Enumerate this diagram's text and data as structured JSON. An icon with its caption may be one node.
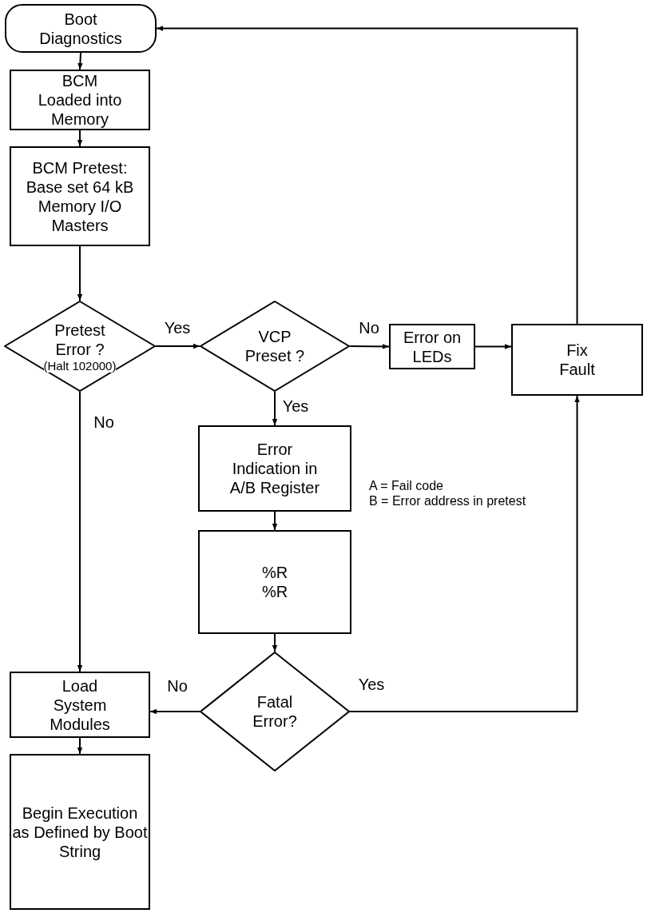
{
  "diagram": {
    "nodes": [
      {
        "text": [
          "Boot Diagnostics"
        ]
      },
      {
        "text": [
          "BCM Loaded into Memory"
        ]
      },
      {
        "text": [
          "BCM Pretest: Base set 64 kB Memory I/O Masters"
        ]
      },
      {
        "text": [
          "Pretest Error ?",
          "(Halt 102000)"
        ]
      },
      {
        "text": [
          "VCP Preset ?"
        ]
      },
      {
        "text": [
          "Error on LEDs"
        ]
      },
      {
        "text": [
          "Fix Fault"
        ]
      },
      {
        "text": [
          "Error Indication in A/B Register"
        ]
      },
      {
        "text": [
          "%R %R"
        ]
      },
      {
        "text": [
          "Fatal Error?"
        ]
      },
      {
        "text": [
          "Load System Modules"
        ]
      },
      {
        "text": [
          "Begin Execution as Defined by Boot String"
        ]
      }
    ],
    "edges": [
      {
        "from": 0,
        "to": 1,
        "arrow": "to"
      },
      {
        "from": 1,
        "to": 2,
        "arrow": "to"
      },
      {
        "from": 2,
        "to": 3,
        "arrow": "to"
      },
      {
        "from": 3,
        "to": 4,
        "arrow": "to",
        "label": "Yes"
      },
      {
        "from": 3,
        "to": 10,
        "arrow": "to",
        "label": "No"
      },
      {
        "from": 4,
        "to": 5,
        "arrow": "to",
        "label": "No"
      },
      {
        "from": 4,
        "to": 7,
        "arrow": "to",
        "label": "Yes"
      },
      {
        "from": 5,
        "to": 6,
        "arrow": "to"
      },
      {
        "from": 6,
        "to": 0,
        "arrow": "to"
      },
      {
        "from": 7,
        "to": 8,
        "arrow": "to"
      },
      {
        "from": 8,
        "to": 9,
        "arrow": "to"
      },
      {
        "from": 9,
        "to": 10,
        "arrow": "to",
        "label": "No"
      },
      {
        "from": 9,
        "to": 6,
        "arrow": "to",
        "label": "Yes"
      },
      {
        "from": 10,
        "to": 11,
        "arrow": "to"
      }
    ],
    "labels": [
      "A = Fail code",
      "B = Error address in pretest"
    ]
  }
}
